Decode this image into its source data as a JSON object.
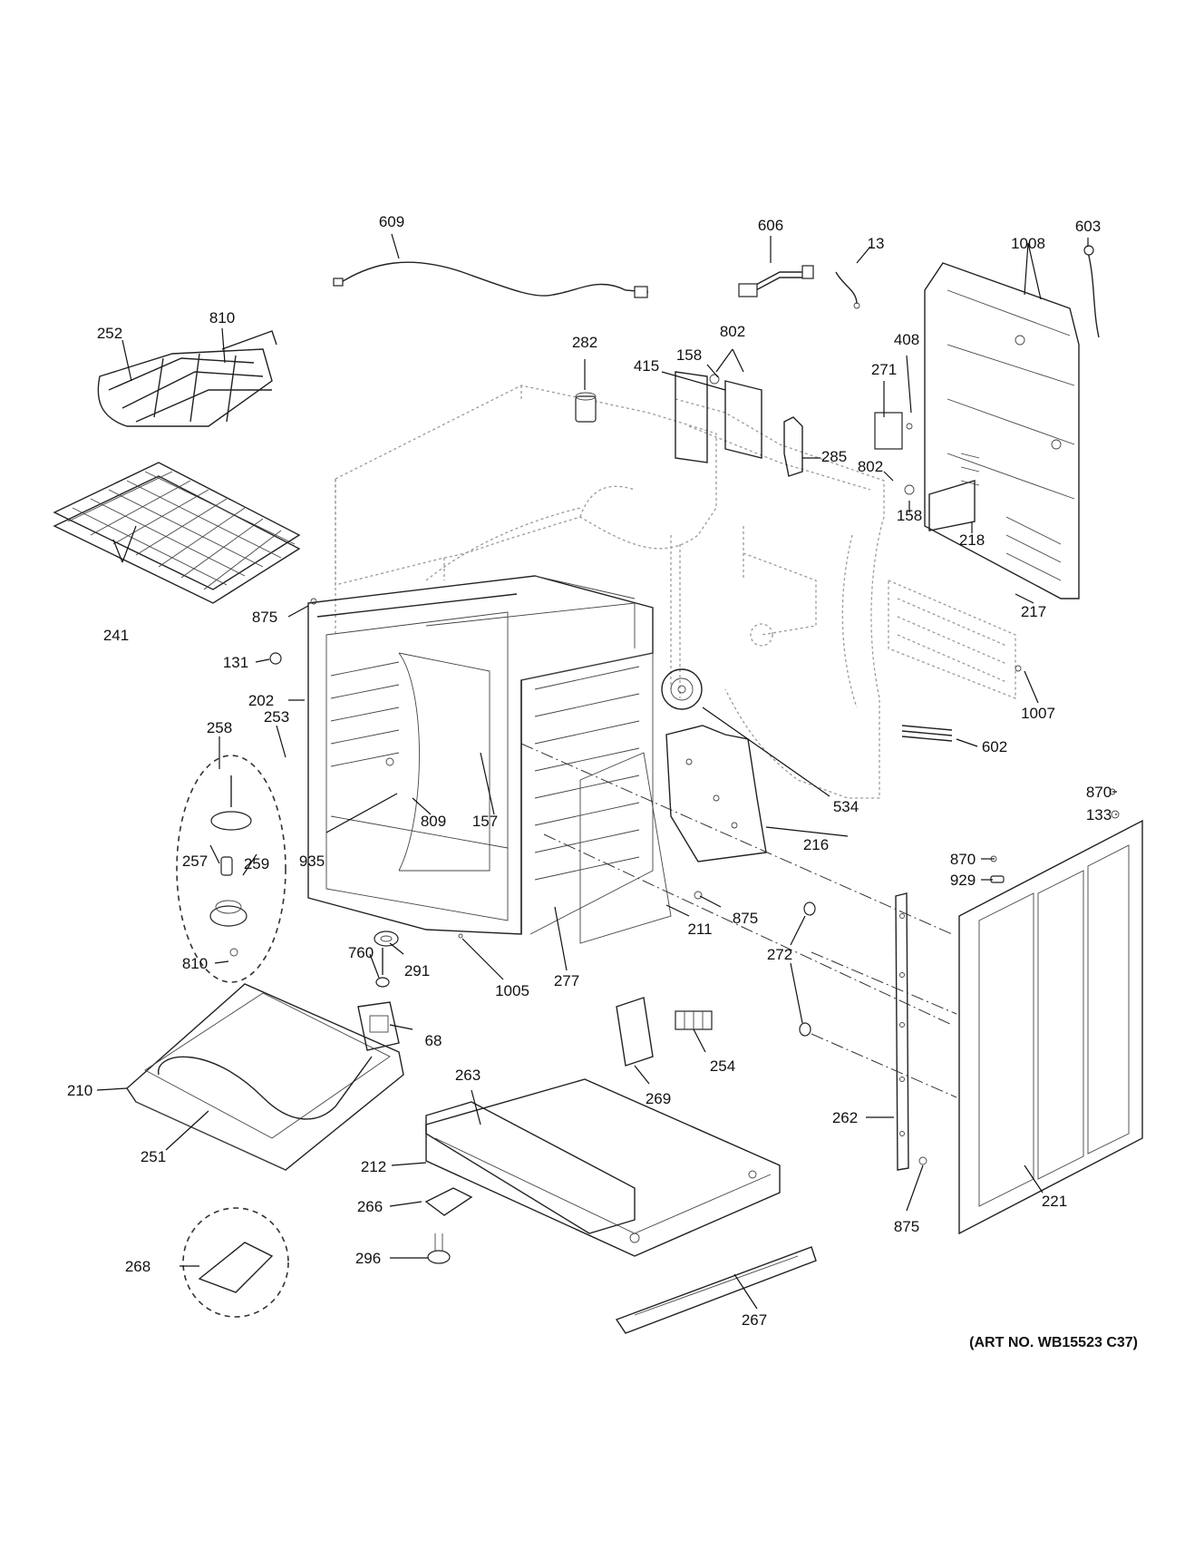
{
  "art_number": "(ART NO. WB15523 C37)",
  "callouts": [
    "609",
    "606",
    "13",
    "603",
    "1008",
    "810",
    "252",
    "282",
    "802",
    "158",
    "415",
    "408",
    "271",
    "285",
    "802",
    "158",
    "218",
    "217",
    "241",
    "875",
    "131",
    "202",
    "1007",
    "602",
    "258",
    "253",
    "809",
    "157",
    "534",
    "870",
    "133",
    "216",
    "257",
    "259",
    "935",
    "870",
    "929",
    "875",
    "211",
    "272",
    "277",
    "1005",
    "810",
    "760",
    "291",
    "68",
    "254",
    "269",
    "263",
    "210",
    "251",
    "262",
    "212",
    "221",
    "266",
    "875",
    "296",
    "268",
    "267"
  ],
  "palette": {
    "ink": "#111111",
    "housing": "#9a9a9a",
    "paper": "#ffffff"
  }
}
